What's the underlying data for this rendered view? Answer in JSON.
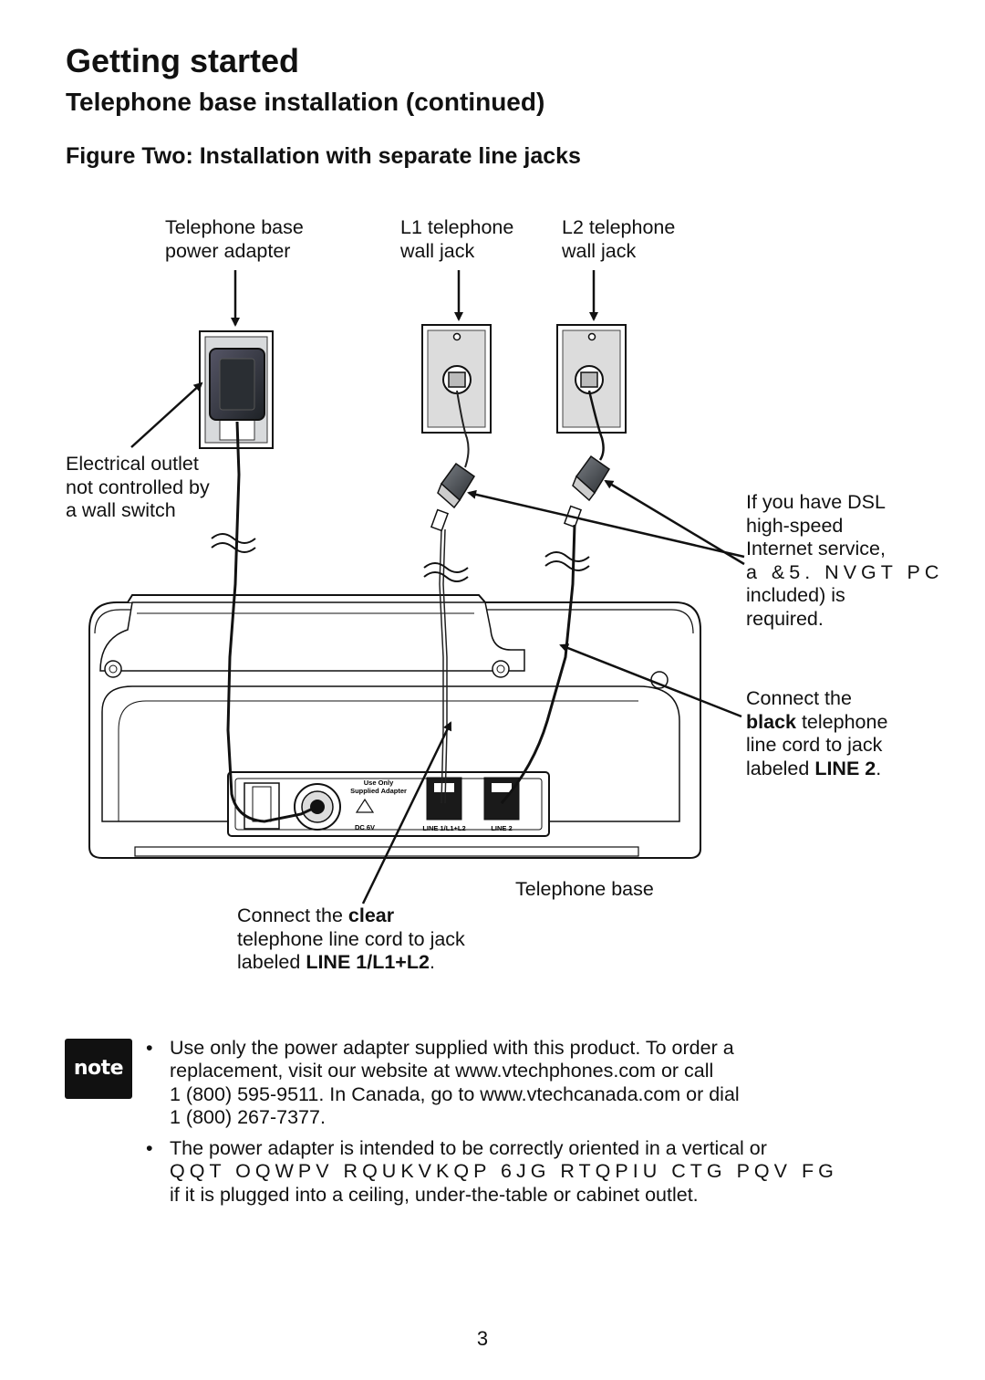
{
  "header": {
    "title": "Getting started",
    "subtitle": "Telephone base installation (continued)",
    "figure_title": "Figure Two: Installation with separate line jacks"
  },
  "callouts": {
    "power_adapter": [
      "Telephone base",
      "power adapter"
    ],
    "l1_jack": [
      "L1 telephone",
      "wall jack"
    ],
    "l2_jack": [
      "L2 telephone",
      "wall jack"
    ],
    "outlet": [
      "Electrical outlet",
      "not controlled by",
      "a wall switch"
    ],
    "dsl": [
      "If you have DSL",
      "high-speed",
      "Internet service,",
      "a &5.  NVGT  PC",
      "included) is",
      "required."
    ],
    "black_cord": {
      "line1": "Connect the",
      "line2_bold": "black",
      "line2_rest": " telephone",
      "line3": "line cord to jack",
      "line4_pre": "labeled ",
      "line4_bold": "LINE 2",
      "line4_post": "."
    },
    "base": "Telephone base",
    "clear_cord": {
      "line1_pre": "Connect the ",
      "line1_bold": "clear",
      "line2": "telephone line cord to jack",
      "line3_pre": "labeled ",
      "line3_bold": "LINE 1/L1+L2",
      "line3_post": "."
    }
  },
  "device_labels": {
    "use_only": "Use Only",
    "supplied_adapter": "Supplied Adapter",
    "dc": "DC 6V",
    "line1_port": "LINE 1/L1+L2",
    "line2_port": "LINE 2"
  },
  "note": {
    "badge": "note",
    "bullet": "•",
    "items": [
      [
        "Use only the power adapter supplied with this product. To order a",
        "replacement, visit our website at www.vtechphones.com or call",
        "1 (800) 595-9511. In Canada, go to www.vtechcanada.com or dial",
        "1 (800) 267-7377."
      ],
      [
        "The power adapter is intended to be correctly oriented in a vertical or",
        "QQT OQWPV RQUKVKQP  6JG RTQPIU CTG PQV FG",
        "if it is plugged into a ceiling, under-the-table or cabinet outlet."
      ]
    ]
  },
  "page_number": "3"
}
